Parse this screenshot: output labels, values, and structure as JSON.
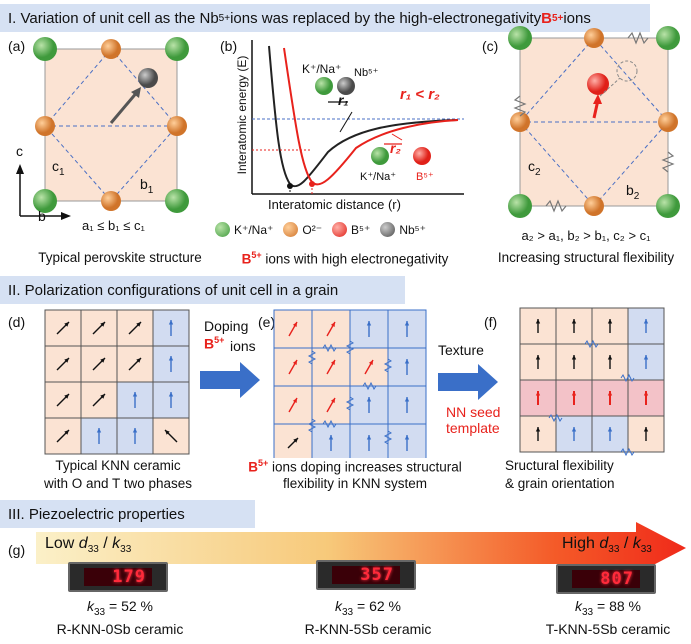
{
  "section1": {
    "title_prefix": "I. Variation of unit cell as the Nb",
    "title_sup": "5+",
    "title_mid": " ions was replaced by the high-electronegativity ",
    "title_b": "B",
    "title_b_sup": "5+",
    "title_suffix": " ions"
  },
  "panel_a": {
    "tag": "(a)",
    "c1": "c",
    "c1_sub": "1",
    "b1": "b",
    "b1_sub": "1",
    "axis_c": "c",
    "axis_b": "b",
    "relation": "a₁ ≤ b₁ ≤ c₁",
    "caption": "Typical perovskite structure"
  },
  "panel_b": {
    "tag": "(b)",
    "ylabel": "Interatomic energy (E)",
    "xlabel": "Interatomic distance (r)",
    "pair1_left": "K⁺/Na⁺",
    "pair1_right": "Nb⁵⁺",
    "pair2_left": "K⁺/Na⁺",
    "pair2_right": "B⁵⁺",
    "r1": "r₁",
    "r2": "r₂",
    "rel": "r₁ < r₂"
  },
  "legend": {
    "k": "K⁺/Na⁺",
    "o": "O²⁻",
    "b": "B⁵⁺",
    "nb": "Nb⁵⁺",
    "caption_b": "B",
    "caption_sup": "5+",
    "caption_rest": " ions with high electronegativity"
  },
  "panel_c": {
    "tag": "(c)",
    "c2": "c",
    "c2_sub": "2",
    "b2": "b",
    "b2_sub": "2",
    "relation": "a₂ > a₁, b₂ > b₁, c₂ > c₁",
    "caption": "Increasing structural flexibility"
  },
  "section2": {
    "title": "II. Polarization configurations of unit cell in a grain"
  },
  "panel_d": {
    "tag": "(d)",
    "caption_line1": "Typical KNN ceramic",
    "caption_line2": "with O and T two phases"
  },
  "doping": {
    "line1": "Doping",
    "line2_b": "B",
    "line2_sup": "5+",
    "line3": "ions"
  },
  "panel_e": {
    "tag": "(e)",
    "caption_b": "B",
    "caption_sup": "5+",
    "caption_rest": " ions doping increases structural",
    "caption_line2": "flexibility  in KNN system"
  },
  "texture": {
    "label": "Texture",
    "seed_line1": "NN seed",
    "seed_line2": "template"
  },
  "panel_f": {
    "tag": "(f)",
    "caption_line1": "Sructural flexibility",
    "caption_line2": "& grain orientation"
  },
  "section3": {
    "title": "III. Piezoelectric properties"
  },
  "panel_g": {
    "tag": "(g)",
    "low": "Low ",
    "low_d": "d",
    "low_d_sub": "33",
    "low_k": "k",
    "low_k_sub": "33",
    "high": "High ",
    "high_d": "d",
    "high_d_sub": "33",
    "high_k": "k",
    "high_k_sub": "33",
    "samples": [
      {
        "reading": "179",
        "k33": "= 52 %",
        "name": "R-KNN-0Sb  ceramic"
      },
      {
        "reading": "357",
        "k33": "= 62 %",
        "name": "R-KNN-5Sb  ceramic"
      },
      {
        "reading": "807",
        "k33": "= 88 %",
        "name": "T-KNN-5Sb  ceramic"
      }
    ]
  },
  "colors": {
    "orange": "#e08a3c",
    "green": "#4fa84a",
    "red": "#e8221c",
    "gray": "#6a6a6a",
    "banner": "#d6e1f3",
    "cell": "#fbe3d3",
    "blue": "#d2dcf1"
  }
}
